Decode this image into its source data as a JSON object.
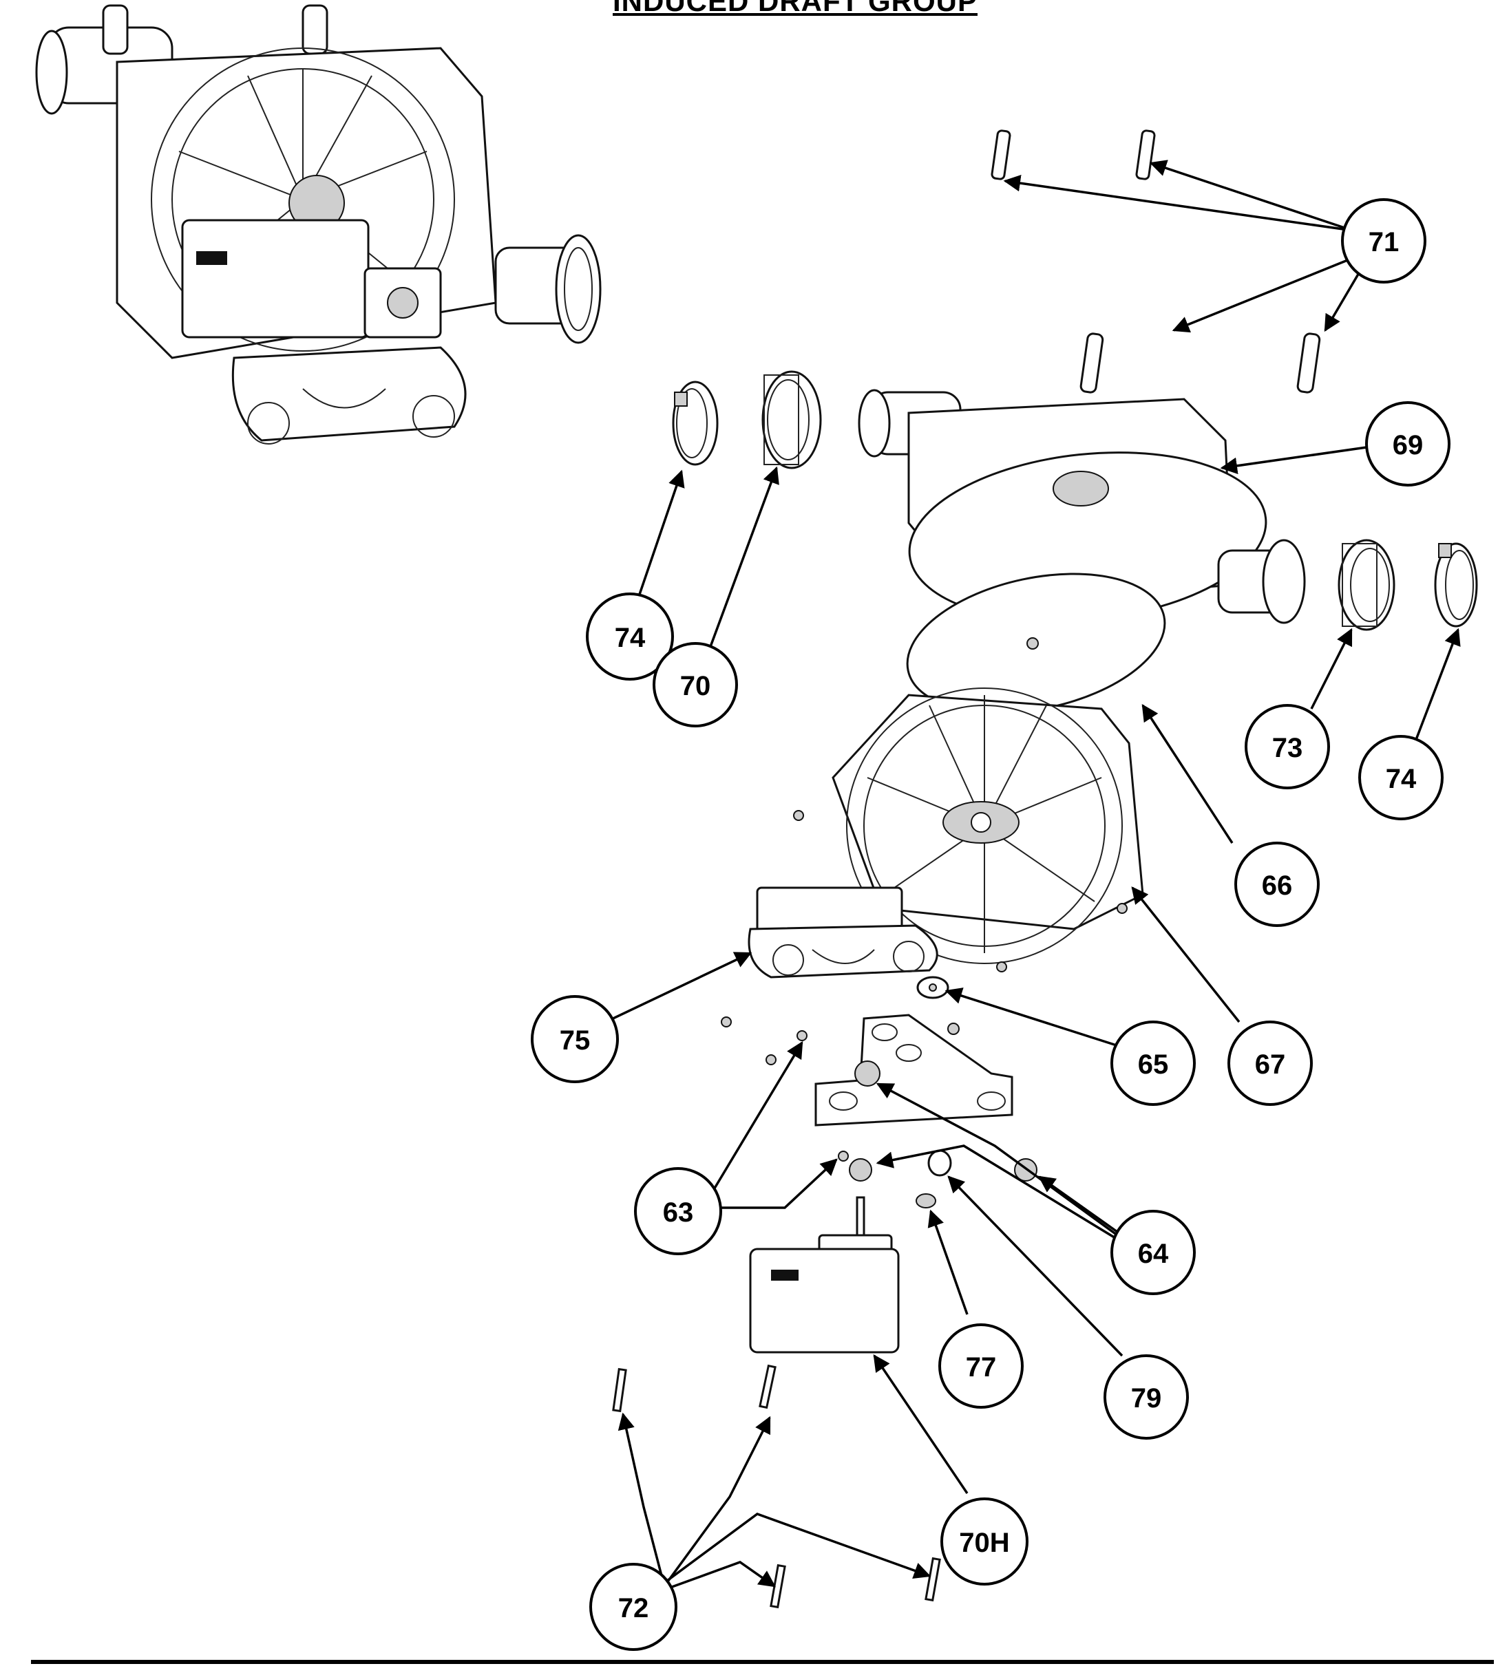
{
  "title": "INDUCED DRAFT GROUP",
  "callouts": [
    {
      "id": "71"
    },
    {
      "id": "69"
    },
    {
      "id": "74"
    },
    {
      "id": "70"
    },
    {
      "id": "73"
    },
    {
      "id": "74"
    },
    {
      "id": "66"
    },
    {
      "id": "67"
    },
    {
      "id": "75"
    },
    {
      "id": "65"
    },
    {
      "id": "63"
    },
    {
      "id": "64"
    },
    {
      "id": "77"
    },
    {
      "id": "79"
    },
    {
      "id": "70H"
    },
    {
      "id": "72"
    }
  ]
}
